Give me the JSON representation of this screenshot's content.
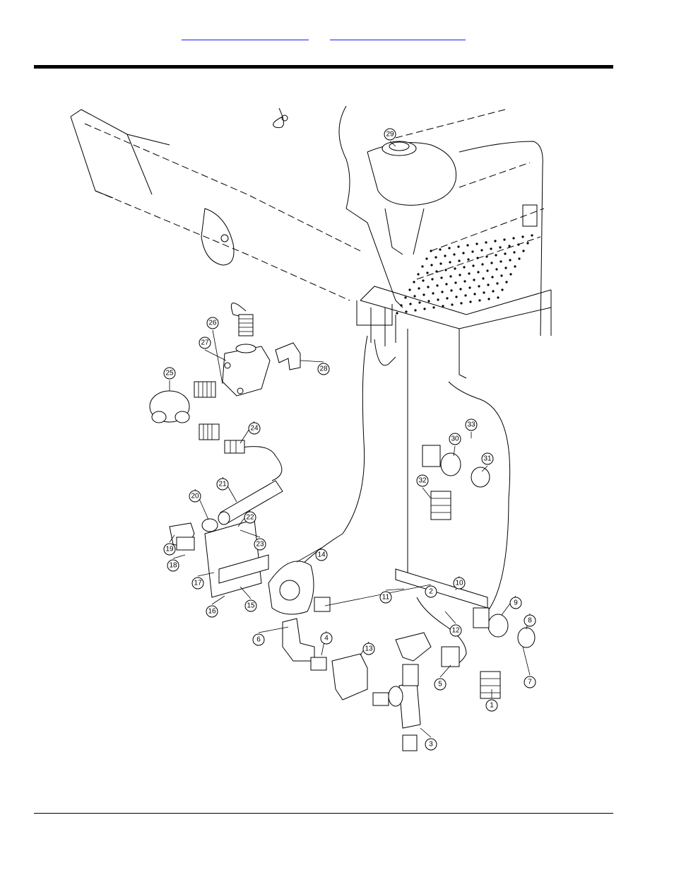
{
  "header": {
    "link_left": "",
    "link_right": ""
  },
  "diagram": {
    "callouts": [
      "1",
      "2",
      "3",
      "4",
      "5",
      "6",
      "7",
      "8",
      "9",
      "10",
      "11",
      "12",
      "13",
      "14",
      "15",
      "16",
      "17",
      "18",
      "19",
      "20",
      "21",
      "22",
      "23",
      "24",
      "25",
      "26",
      "27",
      "28",
      "29",
      "30",
      "31",
      "32",
      "33"
    ]
  }
}
